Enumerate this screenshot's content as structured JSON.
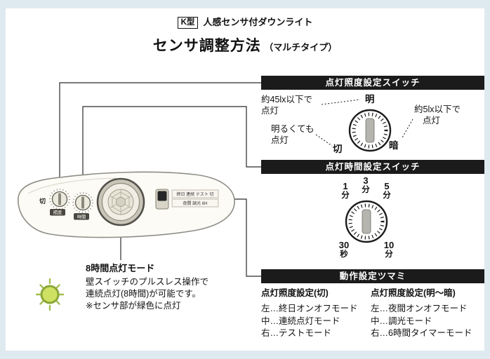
{
  "colors": {
    "page_margin": "#dfe9f0",
    "sheet": "#ffffff",
    "section_bar_bg": "#1b1b1b",
    "section_bar_text": "#ffffff",
    "indicator_green": "#bdd655"
  },
  "header": {
    "type_badge": "K型",
    "product_name": "人感センサ付ダウンライト",
    "title": "センサ調整方法",
    "title_suffix": "（マルチタイプ）"
  },
  "device": {
    "knob1_side_label": "切",
    "knob1_chip": "照度",
    "knob2_chip": "時間",
    "switch_row1": "終日 連続 テスト 切",
    "switch_row2": "夜間 調光 6H"
  },
  "illuminance_panel": {
    "title": "点灯照度設定スイッチ",
    "dial": {
      "top_label": "明",
      "right_label": "暗",
      "left_label": "切"
    },
    "note_left_top": {
      "line1": "約45lx以下で",
      "line2": "点灯"
    },
    "note_left_bottom": {
      "line1": "明るくても",
      "line2": "点灯"
    },
    "note_right": {
      "line1": "約5lx以下で",
      "line2": "点灯"
    }
  },
  "time_panel": {
    "title": "点灯時間設定スイッチ",
    "labels": [
      {
        "num": "1",
        "unit": "分"
      },
      {
        "num": "3",
        "unit": "分"
      },
      {
        "num": "5",
        "unit": "分"
      },
      {
        "num": "30",
        "unit": "秒"
      },
      {
        "num": "10",
        "unit": "分"
      }
    ]
  },
  "operation_panel": {
    "title": "動作設定ツマミ",
    "left_column": {
      "heading": "点灯照度設定(切)",
      "items": [
        "左…終日オンオフモード",
        "中…連続点灯モード",
        "右…テストモード"
      ]
    },
    "right_column": {
      "heading": "点灯照度設定(明～暗)",
      "items": [
        "左…夜間オンオフモード",
        "中…調光モード",
        "右…6時間タイマーモード"
      ]
    }
  },
  "eight_hour_note": {
    "heading": "8時間点灯モード",
    "line1": "壁スイッチのプルスレス操作で",
    "line2": "連続点灯(8時間)が可能です。",
    "line3": "※センサ部が緑色に点灯"
  }
}
